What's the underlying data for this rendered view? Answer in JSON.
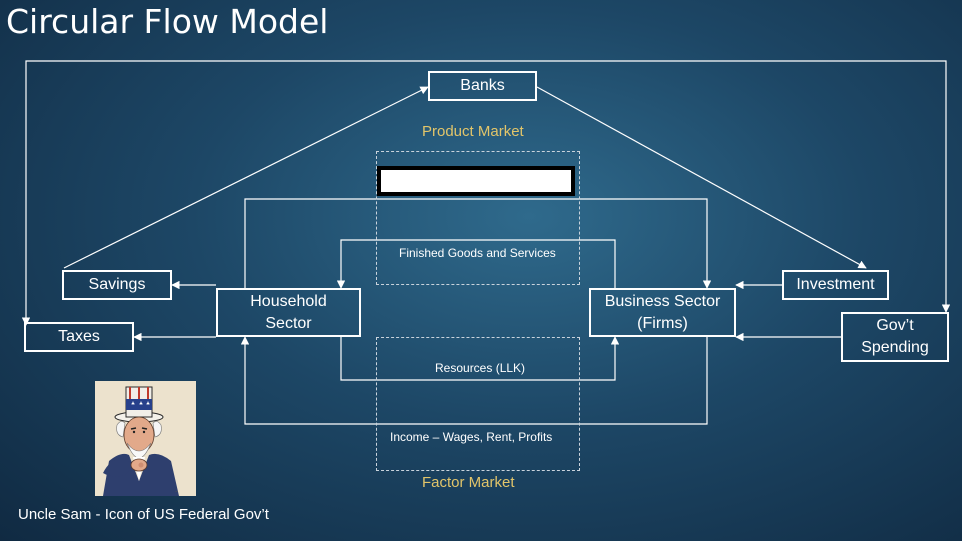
{
  "title": "Circular Flow Model",
  "boxes": {
    "banks": "Banks",
    "savings": "Savings",
    "taxes": "Taxes",
    "household": "Household\nSector",
    "business": "Business Sector\n(Firms)",
    "investment": "Investment",
    "govt_spending": "Gov’t\nSpending"
  },
  "markets": {
    "product": "Product Market",
    "factor": "Factor Market"
  },
  "flows": {
    "finished_goods": "Finished Goods and Services",
    "resources": "Resources (LLK)",
    "income": "Income – Wages, Rent, Profits"
  },
  "caption": "Uncle Sam -  Icon of US Federal Gov’t",
  "colors": {
    "market_label": "#e2c56a",
    "line": "#ffffff"
  },
  "icons": {
    "illustration": "uncle-sam-poster"
  }
}
